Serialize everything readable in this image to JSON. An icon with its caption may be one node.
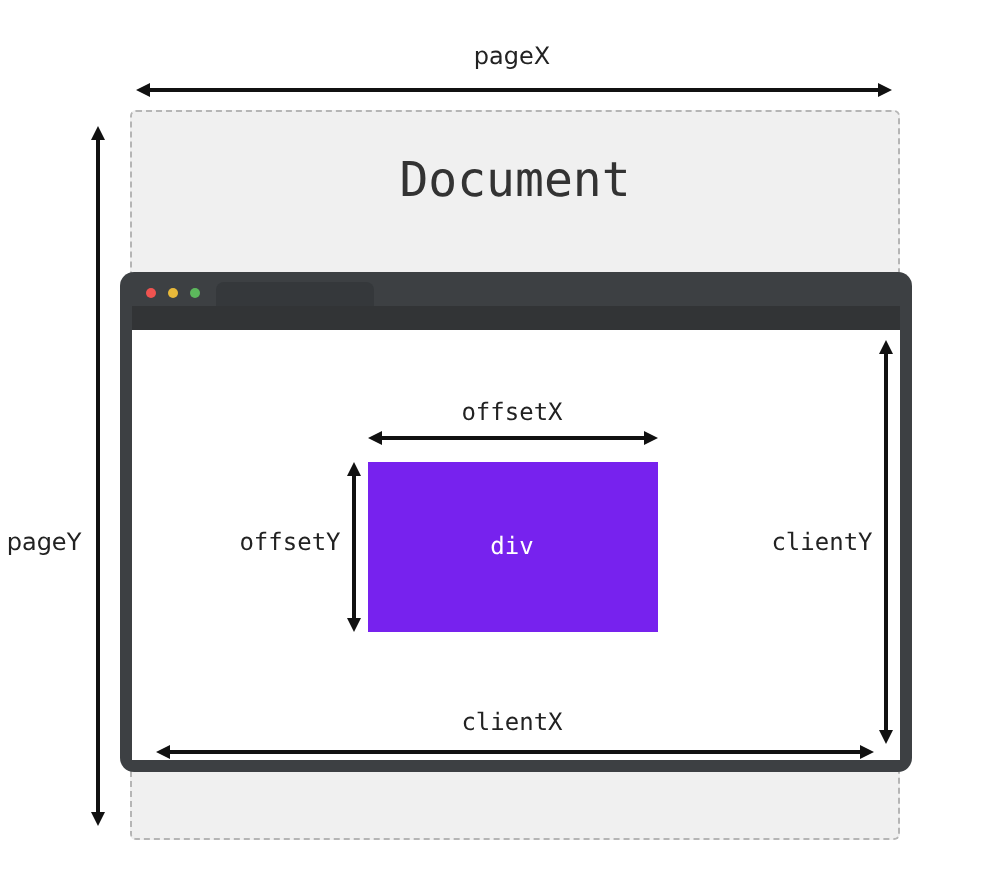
{
  "diagram": {
    "nodes": [
      {
        "text": [
          "Document"
        ]
      },
      {
        "text": [],
        "shape": "box",
        "in": 0
      },
      {
        "text": [
          "div"
        ],
        "in": 1
      }
    ],
    "labels": [
      "pageX",
      "pageY",
      "offsetX",
      "offsetY",
      "clientY",
      "clientX"
    ]
  }
}
